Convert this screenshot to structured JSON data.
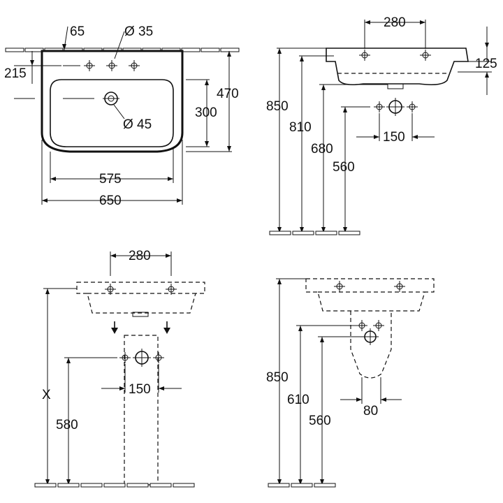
{
  "views": {
    "top": {
      "d_offset": "65",
      "d_tap": "Ø 35",
      "d_depth": "215",
      "d_overflow": "Ø 45",
      "d_bowl_depth": "300",
      "d_total_depth": "470",
      "d_bowl_width": "575",
      "d_total_width": "650"
    },
    "side_wall": {
      "d_width": "280",
      "d_rim": "125",
      "d_h850": "850",
      "d_h810": "810",
      "d_h680": "680",
      "d_h560": "560",
      "d_spacing": "150"
    },
    "front_pedestal": {
      "d_width": "280",
      "d_x": "X",
      "d_h580": "580",
      "d_spacing": "150"
    },
    "side_pedestal": {
      "d_h850": "850",
      "d_h610": "610",
      "d_h560": "560",
      "d_spacing": "80"
    }
  }
}
